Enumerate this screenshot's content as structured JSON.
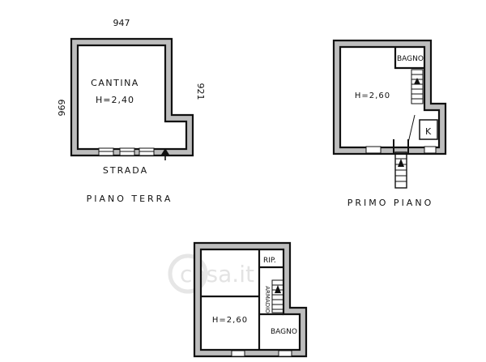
{
  "plans": {
    "ground": {
      "room_label": "CANTINA",
      "height": "H=2,40",
      "dim_top": "947",
      "dim_left": "969",
      "dim_right": "921",
      "street": "STRADA",
      "title": "PIANO TERRA"
    },
    "first": {
      "height": "H=2,60",
      "bath": "BAGNO",
      "kitchen": "K",
      "title": "PRIMO PIANO"
    },
    "second": {
      "height": "H=2,60",
      "bath": "BAGNO",
      "storage": "RIP.",
      "closet": "ARMADIO"
    }
  },
  "watermark": "casa.it"
}
